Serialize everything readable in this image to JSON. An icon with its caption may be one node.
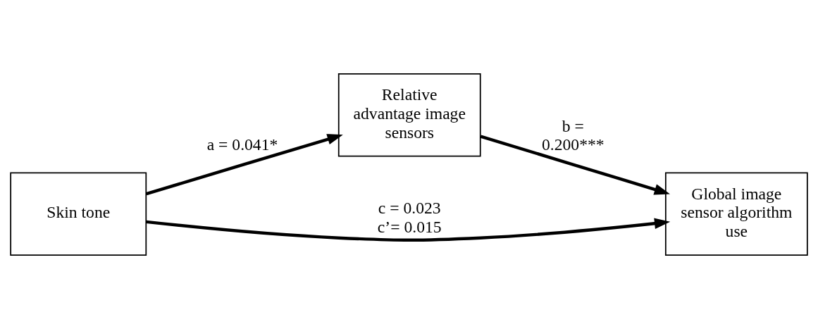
{
  "diagram": {
    "nodes": [
      {
        "text": [
          "Relative advantage image sensors"
        ]
      },
      {
        "text": [
          "Skin tone"
        ]
      },
      {
        "text": [
          "Global image sensor algorithm use"
        ]
      }
    ],
    "edges": [
      {
        "from": 1,
        "to": 0,
        "arrow": "to",
        "label": "a = 0.041*"
      },
      {
        "from": 0,
        "to": 2,
        "arrow": "to",
        "label": "b = 0.200***"
      },
      {
        "from": 1,
        "to": 2,
        "arrow": "to",
        "label": "c = 0.023 c’= 0.015"
      }
    ]
  }
}
